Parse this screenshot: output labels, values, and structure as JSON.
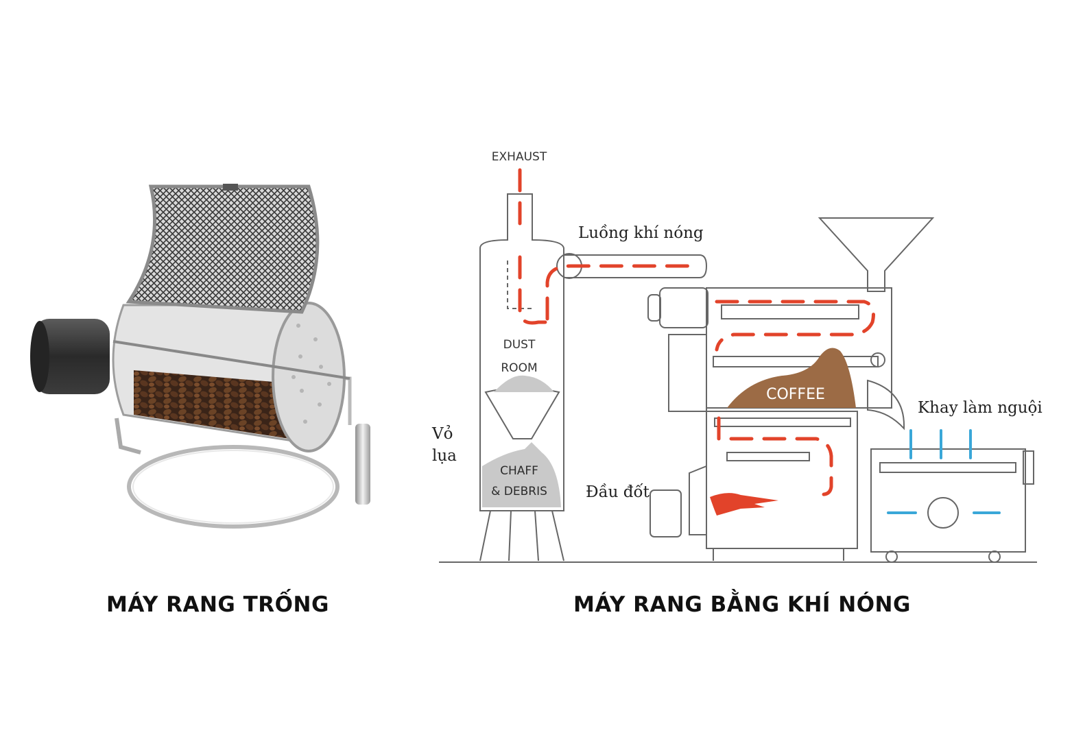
{
  "left_figure": {
    "caption": "MÁY RANG TRỐNG"
  },
  "right_figure": {
    "caption": "MÁY RANG BẰNG KHÍ NÓNG",
    "labels": {
      "exhaust": "EXHAUST",
      "hot_air_flow": "Luồng khí nóng",
      "dust_room_line1": "DUST",
      "dust_room_line2": "ROOM",
      "husk_line1": "Vỏ",
      "husk_line2": "lụa",
      "chaff_line1": "CHAFF",
      "chaff_line2": "& DEBRIS",
      "coffee": "COFFEE",
      "cooling_tray": "Khay làm nguội",
      "burner": "Đầu đốt"
    },
    "colors": {
      "hot_air": "#e2432a",
      "cool_air": "#3aa7d8",
      "coffee": "#9c6b45",
      "line": "#555555",
      "chaff": "#c9c9c9"
    }
  }
}
